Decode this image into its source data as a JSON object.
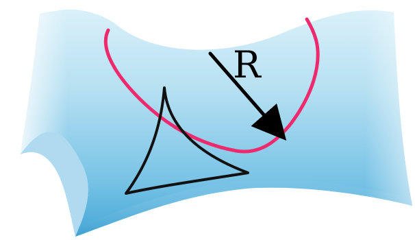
{
  "figure": {
    "radius_label": "R",
    "colors": {
      "surface_light": "#e8f6fb",
      "surface_mid": "#a8d8ee",
      "surface_dark": "#4aaed9",
      "surface_edge": "#3a9fd0",
      "curve": "#ee2a6e",
      "triangle": "#111111",
      "arrow": "#000000"
    },
    "elements": [
      "saddle-surface",
      "geodesic-triangle",
      "circle-curve",
      "radius-arrow"
    ]
  }
}
